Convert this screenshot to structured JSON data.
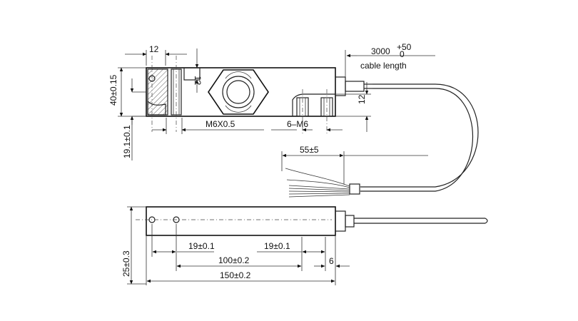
{
  "diagram": {
    "top_view": {
      "dim_top_width": "12",
      "dim_top_small": "12",
      "dim_height": "40±0.15",
      "dim_offset": "19.1±0.1",
      "thread_center": "M6X0.5",
      "thread_holes": "6–M6",
      "dim_right_height": "12"
    },
    "cable": {
      "length_value": "3000",
      "length_tolerance_upper": "+50",
      "length_tolerance_lower": "0",
      "length_label": "cable length",
      "strip_length": "55±5"
    },
    "bottom_view": {
      "dim_width": "25±0.3",
      "dim_hole_left": "19±0.1",
      "dim_hole_right": "19±0.1",
      "dim_hole_span": "100±0.2",
      "dim_total": "150±0.2",
      "dim_edge": "6"
    }
  }
}
